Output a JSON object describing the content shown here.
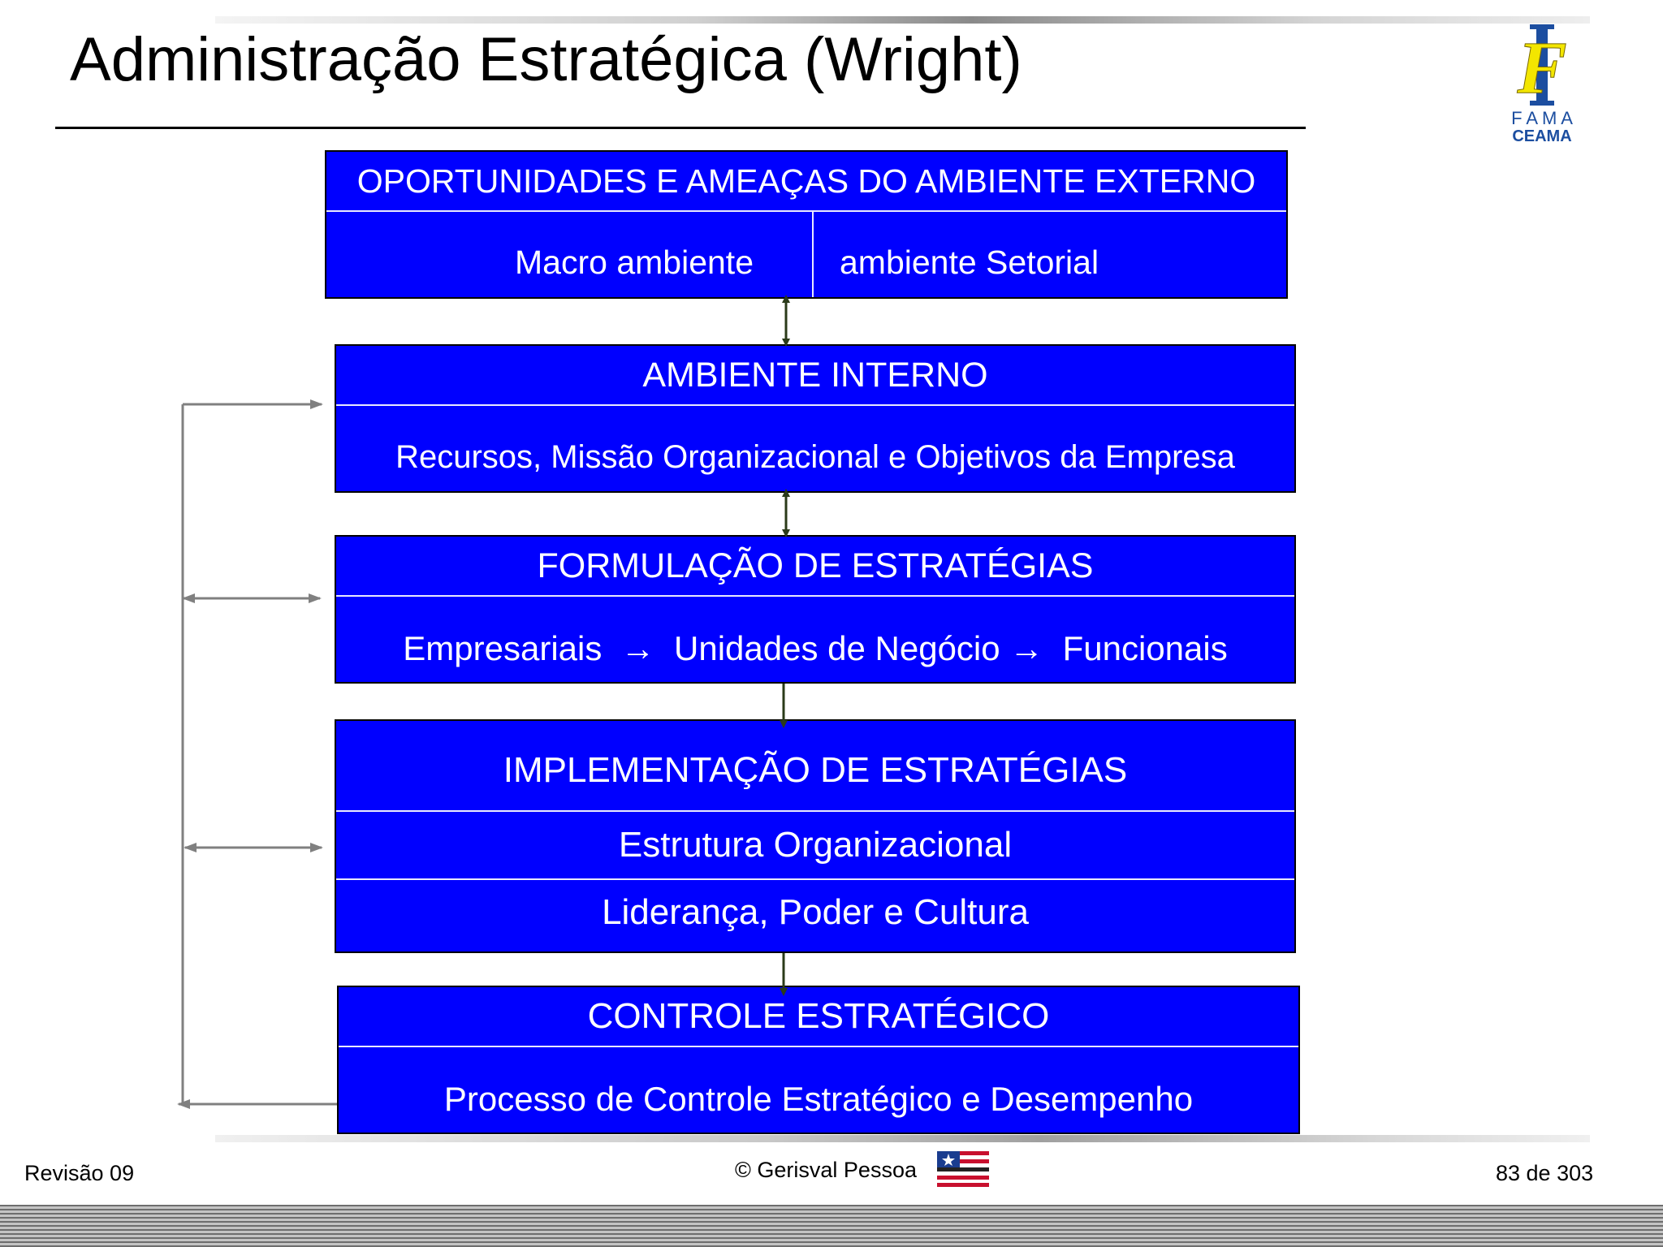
{
  "title": "Administração Estratégica (Wright)",
  "logo": {
    "line1": "F A M A",
    "line2": "CEAMA",
    "monogram": "F"
  },
  "diagram": {
    "external": {
      "header": "OPORTUNIDADES E AMEAÇAS DO AMBIENTE EXTERNO",
      "left": "Macro ambiente",
      "right": "ambiente Setorial"
    },
    "internal": {
      "header": "AMBIENTE INTERNO",
      "body": "Recursos, Missão Organizacional e Objetivos da Empresa"
    },
    "formulation": {
      "header": "FORMULAÇÃO DE ESTRATÉGIAS",
      "body": "Empresariais  →  Unidades de Negócio →  Funcionais"
    },
    "implementation": {
      "header": "IMPLEMENTAÇÃO DE ESTRATÉGIAS",
      "row1": "Estrutura Organizacional",
      "row2": "Liderança, Poder e Cultura"
    },
    "control": {
      "header": "CONTROLE ESTRATÉGICO",
      "body": "Processo de Controle Estratégico e Desempenho"
    }
  },
  "colors": {
    "box_fill": "#0000ff",
    "connector": "#2b3b1a",
    "feedback": "#808080",
    "logo_yellow": "#f3e600",
    "logo_blue": "#1c4ea0"
  },
  "footer": {
    "left": "Revisão 09",
    "center": "© Gerisval Pessoa",
    "right": "83 de 303"
  }
}
